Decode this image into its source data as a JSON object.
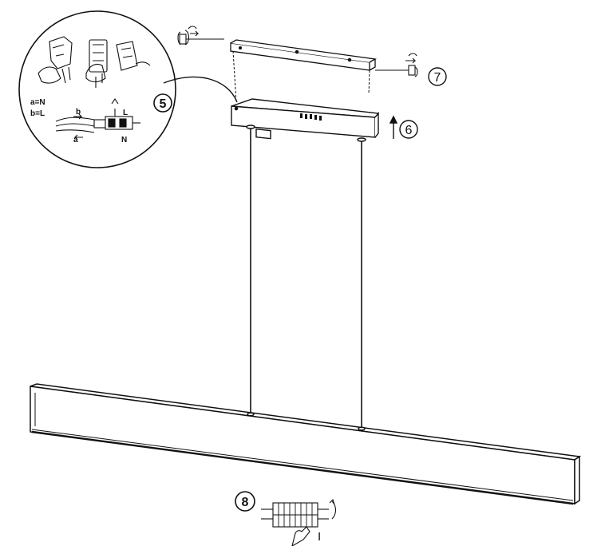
{
  "detail_inset": {
    "wiring_legend_a": "a=N",
    "wiring_legend_b": "b=L",
    "wire_b": "b",
    "wire_a": "a",
    "terminal_l": "L",
    "terminal_n": "N"
  },
  "steps": {
    "step5": "5",
    "step6": "6",
    "step7": "7",
    "step8": "8"
  },
  "switch_position": "I",
  "colors": {
    "line": "#111111",
    "background": "#ffffff"
  }
}
